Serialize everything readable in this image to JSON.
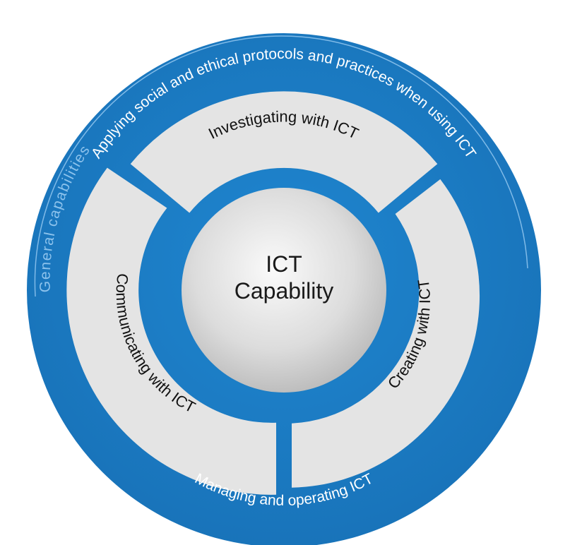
{
  "general_label": "General capabilities",
  "outer_top": "Applying social and ethical protocols and practices when using ICT",
  "outer_bottom": "Managing and operating ICT",
  "segments": {
    "investigating": "Investigating with ICT",
    "creating": "Creating with ICT",
    "communicating": "Communicating with ICT"
  },
  "center": {
    "line1": "ICT",
    "line2": "Capability"
  },
  "colors": {
    "outer_blue": "#1b7ac3",
    "segment_grey": "#e4e4e4",
    "center_grey": "#d6d6d6",
    "faded_text": "#8cc2ec"
  }
}
